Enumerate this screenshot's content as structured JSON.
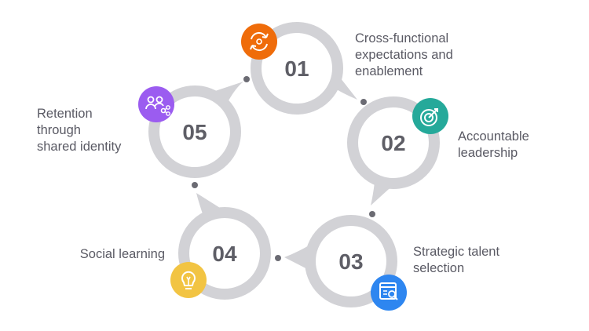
{
  "steps": [
    {
      "number": "01",
      "label_lines": [
        "Cross-functional",
        "expectations and",
        "enablement"
      ],
      "icon": "refresh-cycle-icon",
      "color": "#ef6c0a"
    },
    {
      "number": "02",
      "label_lines": [
        "Accountable",
        "leadership"
      ],
      "icon": "target-arrow-icon",
      "color": "#25a99a"
    },
    {
      "number": "03",
      "label_lines": [
        "Strategic talent",
        "selection"
      ],
      "icon": "search-document-icon",
      "color": "#2e86f0"
    },
    {
      "number": "04",
      "label_lines": [
        "Social learning"
      ],
      "icon": "lightbulb-icon",
      "color": "#f2c443"
    },
    {
      "number": "05",
      "label_lines": [
        "Retention",
        "through",
        "shared identity"
      ],
      "icon": "people-network-icon",
      "color": "#9b5cf0"
    }
  ],
  "colors": {
    "ring": "#d2d2d6",
    "dot": "#6b6b73",
    "text": "#5a5a64",
    "number": "#5e5e66"
  }
}
